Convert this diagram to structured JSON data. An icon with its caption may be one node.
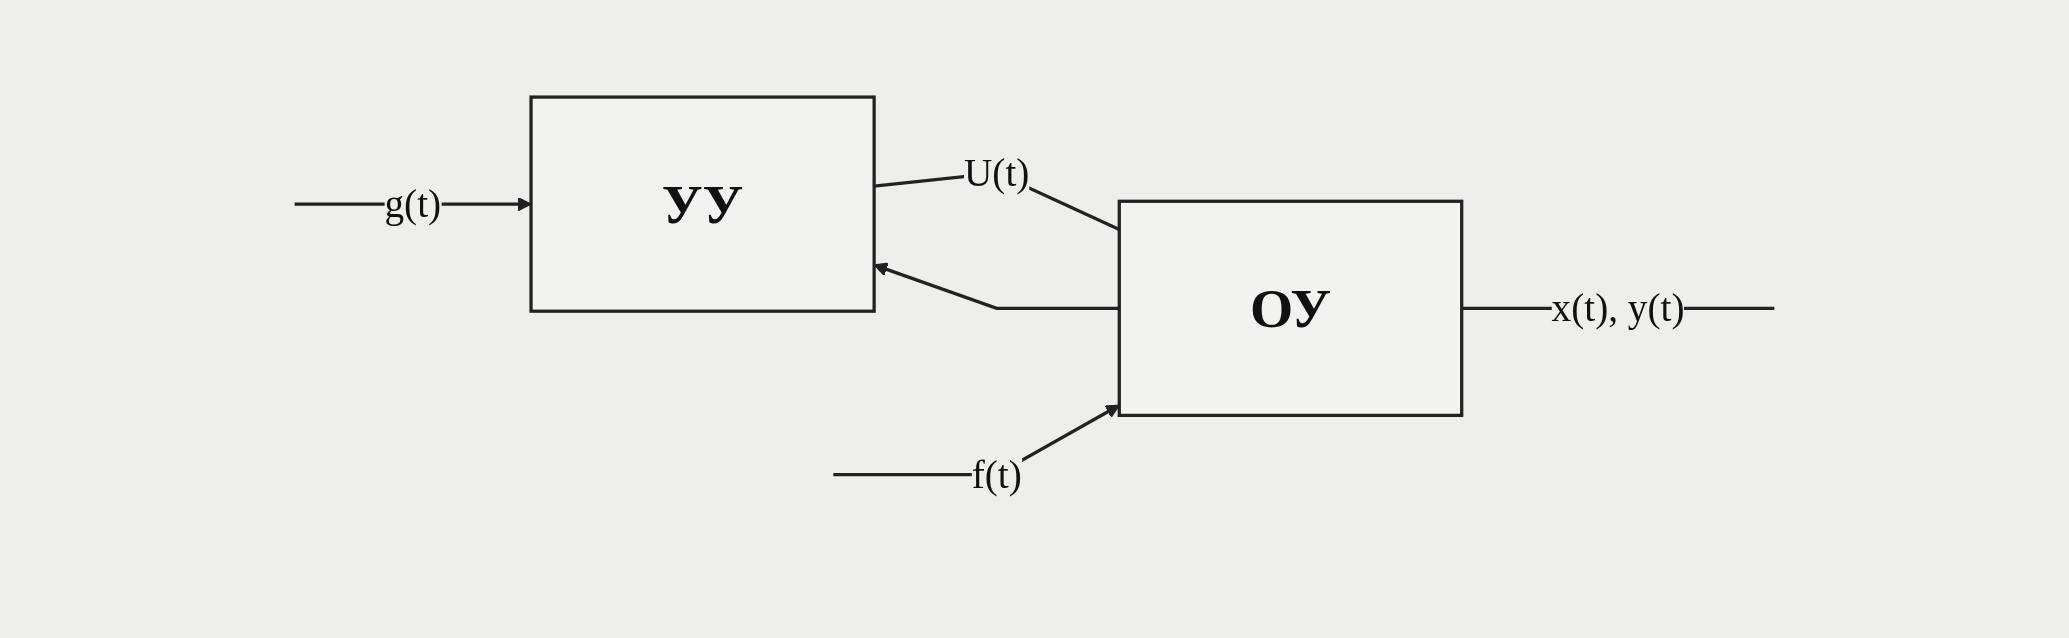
{
  "diagram": {
    "nodes": [
      {
        "text": [
          "УУ"
        ]
      },
      {
        "text": [
          "ОУ"
        ]
      }
    ],
    "edges": [
      {
        "from": null,
        "to": 0,
        "arrow": "to",
        "label": "g(t)"
      },
      {
        "from": 1,
        "to": 0,
        "arrow": "to"
      },
      {
        "from": 0,
        "to": 1,
        "arrow": "none",
        "label": "U(t)"
      },
      {
        "from": null,
        "to": 1,
        "arrow": "to",
        "label": "f(t)"
      },
      {
        "from": 1,
        "to": null,
        "arrow": "none",
        "label": "x(t), y(t)"
      }
    ]
  }
}
